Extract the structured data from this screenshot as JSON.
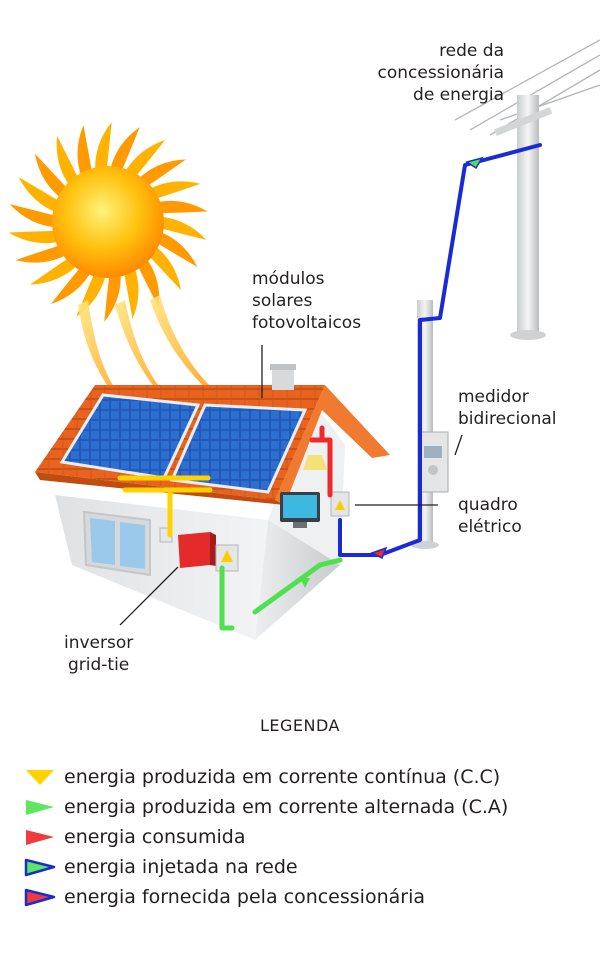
{
  "labels": {
    "grid": [
      "rede da",
      "concessionária",
      "de energia"
    ],
    "modules": [
      "módulos",
      "solares",
      "fotovoltaicos"
    ],
    "meter": [
      "medidor",
      "bidirecional"
    ],
    "panel": [
      "quadro",
      "elétrico"
    ],
    "inverter": [
      "inversor",
      "grid-tie"
    ]
  },
  "legend": {
    "title": "LEGENDA",
    "items": [
      {
        "label": "energia produzida em corrente contínua (C.C)",
        "fill": "#ffd200",
        "stroke": "none"
      },
      {
        "label": "energia produzida em corrente alternada (C.A)",
        "fill": "#5ee65e",
        "stroke": "none"
      },
      {
        "label": "energia consumida",
        "fill": "#ee3b3b",
        "stroke": "none"
      },
      {
        "label": "energia injetada na rede",
        "fill": "#5ee65e",
        "stroke": "#1a2bd6"
      },
      {
        "label": "energia fornecida pela concessionária",
        "fill": "#ee3b3b",
        "stroke": "#1a2bd6"
      }
    ]
  },
  "colors": {
    "dc": "#ffd200",
    "ac": "#4fe04f",
    "consumed": "#ee2b2b",
    "grid_wire": "#1a2bd6",
    "roof": "#e8641e",
    "panel": "#1f55b5",
    "wall": "#e2e4e6",
    "sun": "#ffb000"
  }
}
